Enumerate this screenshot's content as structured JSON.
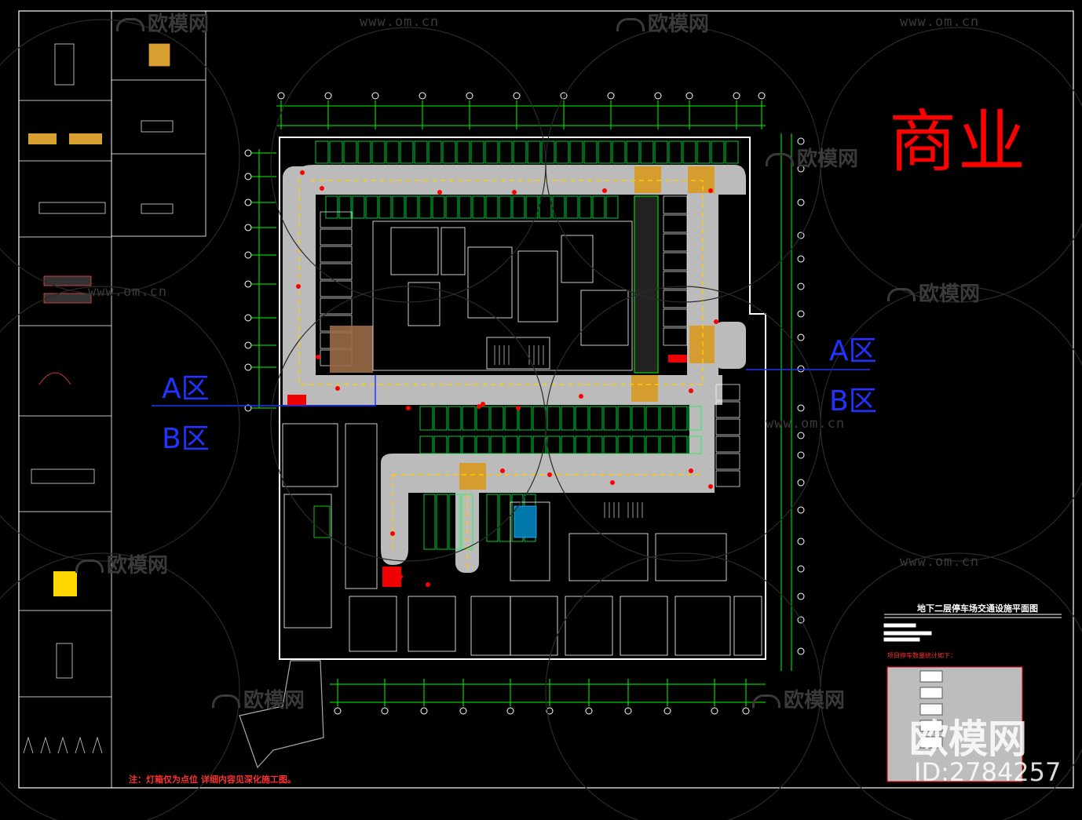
{
  "drawing": {
    "title_big": "商业",
    "zones": {
      "a_left": "A区",
      "b_left": "B区",
      "a_right": "A区",
      "b_right": "B区"
    },
    "note": "注：灯箱仅为点位 详细内容见深化施工图。",
    "title_block": {
      "title": "地下二层停车场交通设施平面图",
      "legend_heading": "项目停车数量统计如下："
    },
    "watermarks": {
      "site": "www.om.cn",
      "brand": "欧模网",
      "stamp_brand": "欧模网",
      "stamp_id": "ID:2784257"
    },
    "colors": {
      "background": "#000000",
      "frame": "#ffffff",
      "axis_grid": "#00ff00",
      "parking_bay": "#00ff44",
      "lane": "#c8c8c8",
      "lane_dash": "#ffcc00",
      "crosswalk": "#e0a020",
      "marker": "#ff0000",
      "zone_line": "#2233ff",
      "title_red": "#ff0000"
    }
  }
}
